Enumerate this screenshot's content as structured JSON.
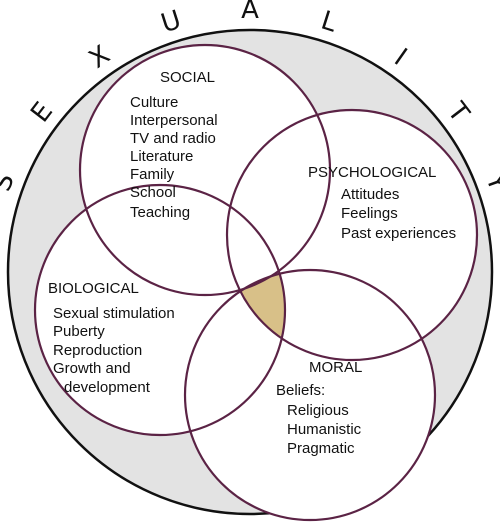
{
  "title": "SEXUALITY",
  "colors": {
    "outer_fill": "#e3e3e3",
    "outer_stroke": "#111111",
    "circle_stroke": "#5b2345",
    "circle_fill": "#ffffff",
    "overlap_pair": "#d8c088",
    "overlap_center": "#a8552a"
  },
  "domains": {
    "social": {
      "heading": "SOCIAL",
      "items": [
        "Culture",
        "Interpersonal",
        "TV and radio",
        "Literature",
        "Family",
        "School",
        "Teaching"
      ]
    },
    "psychological": {
      "heading": "PSYCHOLOGICAL",
      "items": [
        "Attitudes",
        "Feelings",
        "Past experiences"
      ]
    },
    "biological": {
      "heading": "BIOLOGICAL",
      "items": [
        "Sexual stimulation",
        "Puberty",
        "Reproduction",
        "Growth and",
        "development"
      ]
    },
    "moral": {
      "heading": "MORAL",
      "items": [
        "Beliefs:",
        "Religious",
        "Humanistic",
        "Pragmatic"
      ]
    }
  }
}
